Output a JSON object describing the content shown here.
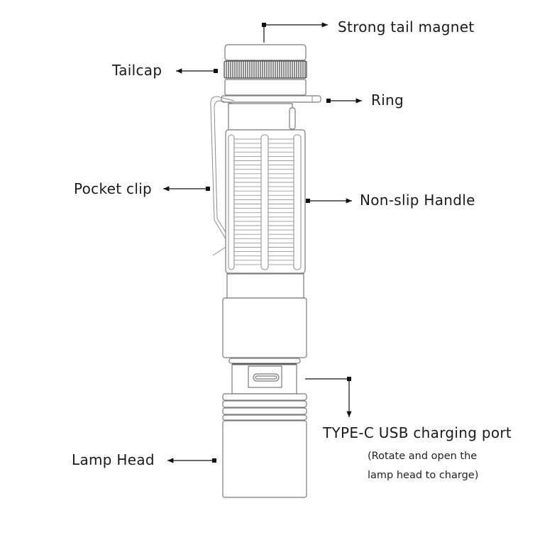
{
  "labels": {
    "tail_magnet": "Strong tail magnet",
    "tailcap": "Tailcap",
    "ring": "Ring",
    "pocket_clip": "Pocket clip",
    "handle": "Non-slip Handle",
    "usb_port": "TYPE-C USB charging port",
    "usb_note_line1": "(Rotate and open the",
    "usb_note_line2": "lamp head to charge)",
    "lamp_head": "Lamp Head"
  },
  "colors": {
    "line": "#111111",
    "outline": "#7a7a7a"
  }
}
